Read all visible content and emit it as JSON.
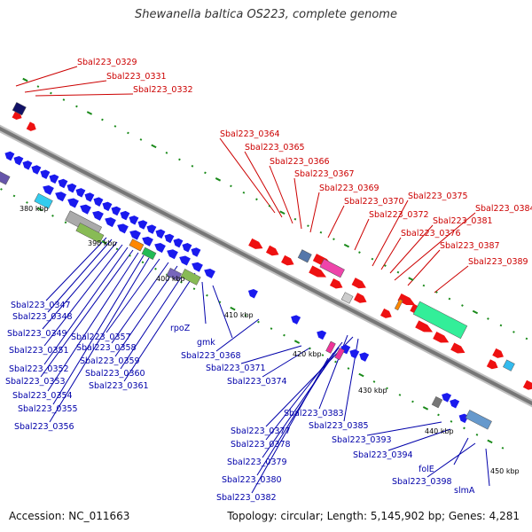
{
  "title": "Shewanella baltica OS223, complete genome",
  "footer": {
    "accession": "Accession: NC_011663",
    "summary": "Topology: circular; Length: 5,145,902 bp; Genes: 4,281"
  },
  "colors": {
    "forward_strand": "#ee1111",
    "reverse_strand": "#1a1aee",
    "backbone": "#888888",
    "tick": "#1a8a1a",
    "label_top": "#cc0000",
    "label_bottom": "#0000aa"
  },
  "kbp_ticks": [
    {
      "text": "380 kbp"
    },
    {
      "text": "390 kbp"
    },
    {
      "text": "400 kbp"
    },
    {
      "text": "410 kbp"
    },
    {
      "text": "420 kbp"
    },
    {
      "text": "430 kbp"
    },
    {
      "text": "440 kbp"
    },
    {
      "text": "450 kbp"
    }
  ],
  "top_labels": [
    "Sbal223_0329",
    "Sbal223_0331",
    "Sbal223_0332",
    "Sbal223_0364",
    "Sbal223_0365",
    "Sbal223_0366",
    "Sbal223_0367",
    "Sbal223_0369",
    "Sbal223_0370",
    "Sbal223_0372",
    "Sbal223_0375",
    "Sbal223_0384",
    "Sbal223_0381",
    "Sbal223_0376",
    "Sbal223_0387",
    "Sbal223_0389"
  ],
  "bottom_labels": [
    "Sbal223_0347",
    "Sbal223_0348",
    "Sbal223_0349",
    "Sbal223_0351",
    "Sbal223_0352",
    "Sbal223_0353",
    "Sbal223_0354",
    "Sbal223_0355",
    "Sbal223_0356",
    "Sbal223_0357",
    "Sbal223_0358",
    "Sbal223_0359",
    "Sbal223_0360",
    "Sbal223_0361",
    "rpoZ",
    "gmk",
    "Sbal223_0368",
    "Sbal223_0371",
    "Sbal223_0374",
    "Sbal223_0383",
    "Sbal223_0377",
    "Sbal223_0385",
    "Sbal223_0378",
    "Sbal223_0379",
    "Sbal223_0380",
    "Sbal223_0382",
    "Sbal223_0393",
    "Sbal223_0394",
    "folE",
    "Sbal223_0398",
    "slmA"
  ]
}
